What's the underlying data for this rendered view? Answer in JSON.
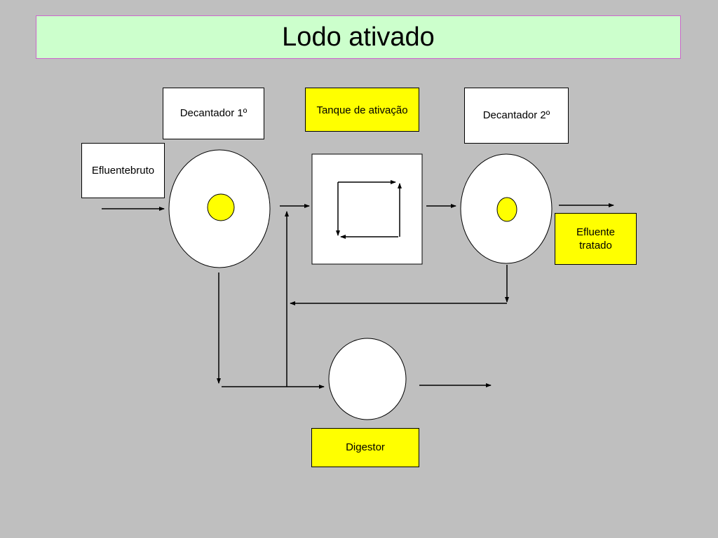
{
  "title": "Lodo ativado",
  "colors": {
    "background": "#bfbfbf",
    "title_background": "#ccffcc",
    "title_border": "#cc66cc",
    "highlight": "#ffff00",
    "shape_fill": "#ffffff",
    "line": "#000000"
  },
  "labels": {
    "decantador1": "Decantador 1º",
    "tanque": "Tanque de ativação",
    "decantador2": "Decantador 2º",
    "efluente_bruto": "Efluentebruto",
    "efluente_tratado": "Efluente\ntratado",
    "digestor": "Digestor"
  }
}
